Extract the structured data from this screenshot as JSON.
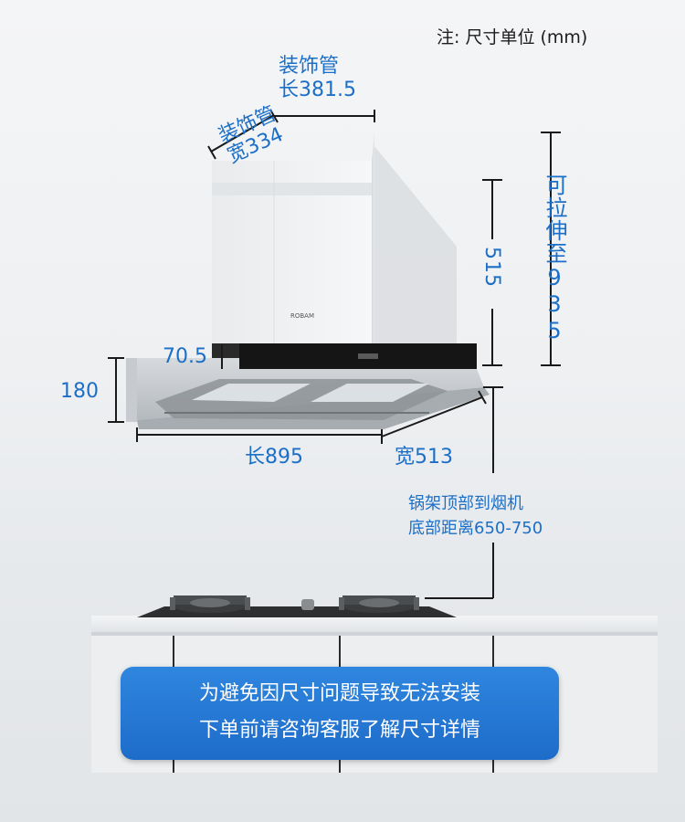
{
  "note": "注: 尺寸单位 (mm)",
  "labels": {
    "pipe_width_line1": "装饰管",
    "pipe_width_line2": "宽334",
    "pipe_length_line1": "装饰管",
    "pipe_length_line2": "长381.5",
    "stretch": "可拉伸至935",
    "pipe_height": "515",
    "panel_height": "70.5",
    "body_height": "180",
    "length": "长895",
    "width": "宽513",
    "distance_line1": "锅架顶部到烟机",
    "distance_line2": "底部距离650-750"
  },
  "banner": {
    "line1": "为避免因尺寸问题导致无法安装",
    "line2": "下单前请咨询客服了解尺寸详情"
  },
  "colors": {
    "accent": "#1c6fc7",
    "banner": "#2579d3",
    "panel": "#1a1a1a",
    "steel": "#c9cdd1"
  }
}
